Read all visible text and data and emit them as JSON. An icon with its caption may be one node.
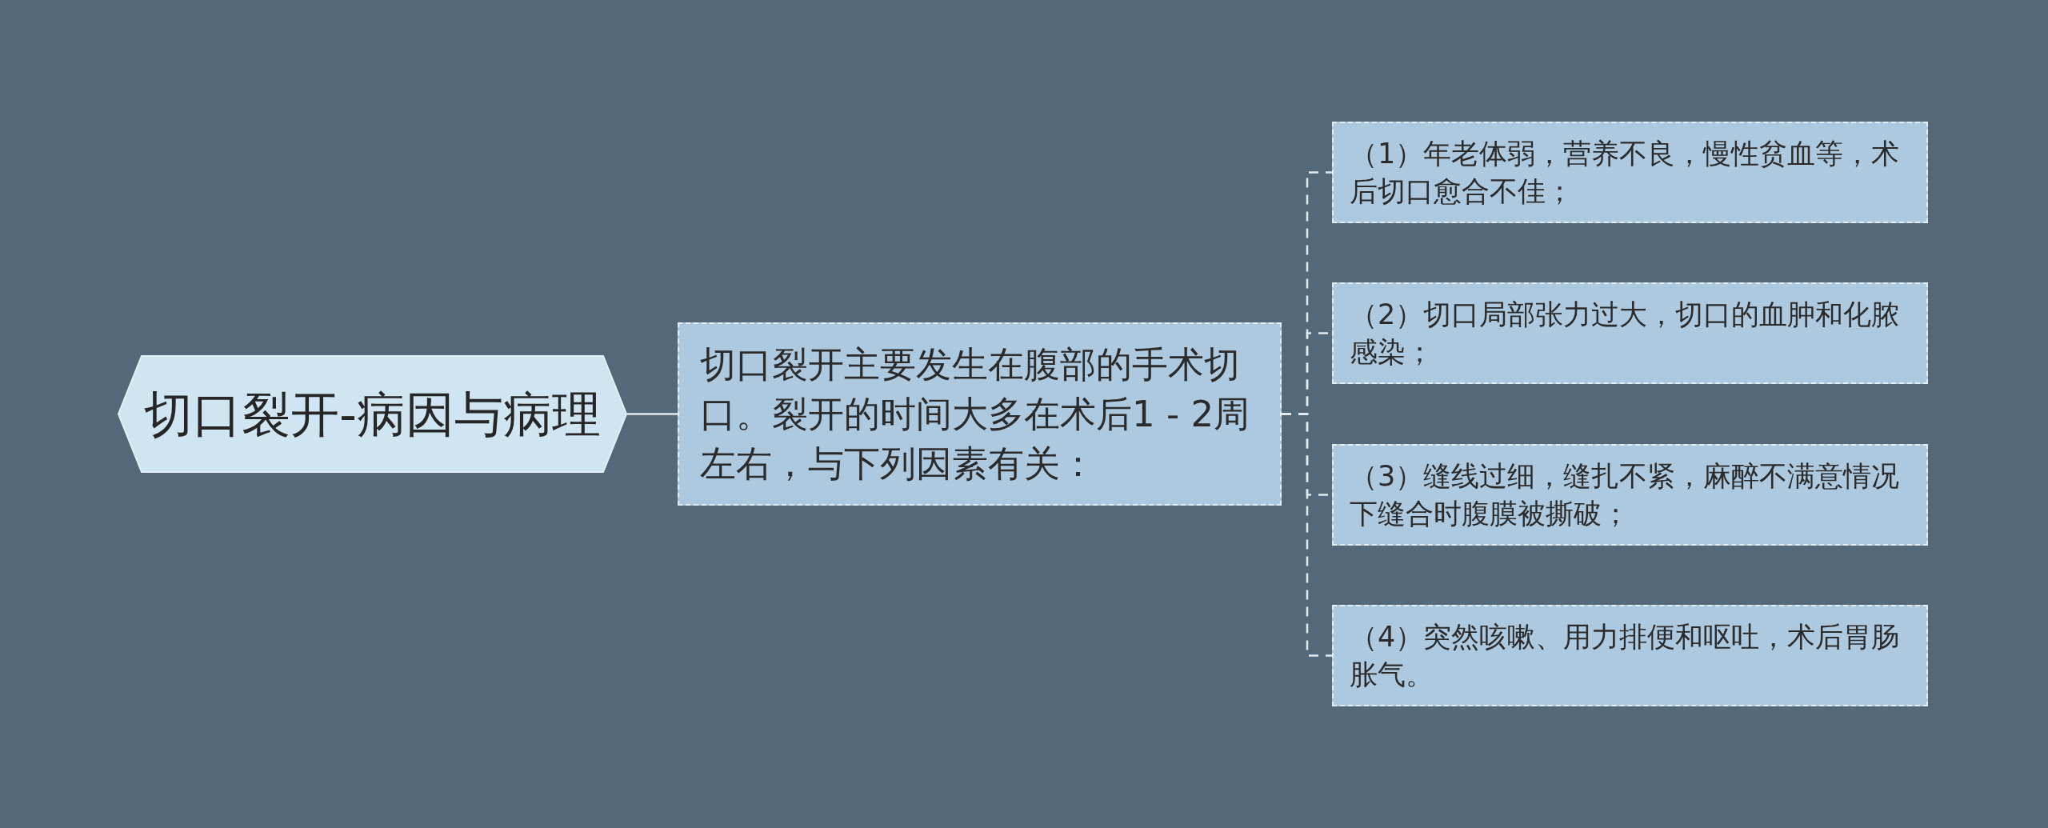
{
  "diagram": {
    "nodes": [
      {
        "text": [
          "切口裂开-病因与病理"
        ]
      },
      {
        "text": [
          "切口裂开主要发生在腹部的手术切口。裂开的时间大多在术后1 - 2周左右，与下列因素有关："
        ]
      },
      {
        "text": [
          "（1）年老体弱，营养不良，慢性贫血等，术后切口愈合不佳；"
        ]
      },
      {
        "text": [
          "（2）切口局部张力过大，切口的血肿和化脓感染；"
        ]
      },
      {
        "text": [
          "（3）缝线过细，缝扎不紧，麻醉不满意情况下缝合时腹膜被撕破；"
        ]
      },
      {
        "text": [
          "（4）突然咳嗽、用力排便和呕吐，术后胃肠胀气。"
        ]
      }
    ],
    "edges": [
      {
        "from": 0,
        "to": 1,
        "arrow": "none"
      },
      {
        "from": 1,
        "to": 2,
        "arrow": "none",
        "style": "dashed"
      },
      {
        "from": 1,
        "to": 3,
        "arrow": "none",
        "style": "dashed"
      },
      {
        "from": 1,
        "to": 4,
        "arrow": "none",
        "style": "dashed"
      },
      {
        "from": 1,
        "to": 5,
        "arrow": "none",
        "style": "dashed"
      }
    ]
  }
}
